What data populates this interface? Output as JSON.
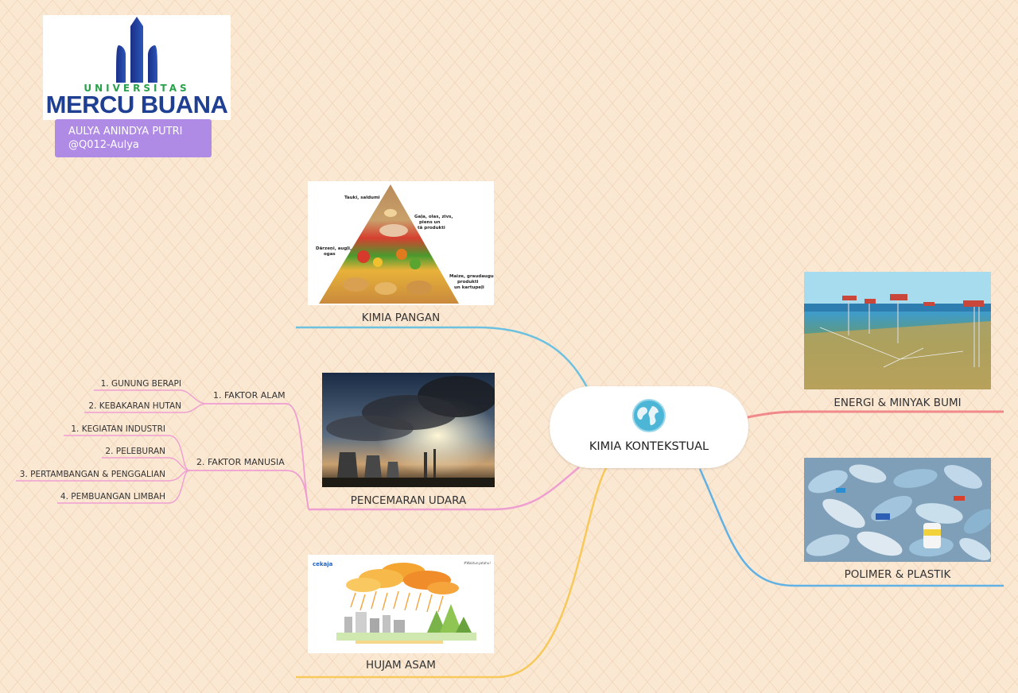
{
  "logo": {
    "line1": "UNIVERSITAS",
    "line2": "MERCU BUANA",
    "brand_blue": "#1f3f93",
    "brand_green": "#2aa04a"
  },
  "author": {
    "name": "AULYA ANINDYA PUTRI",
    "handle": "@Q012-Aulya",
    "box_color": "#b08be6"
  },
  "central": {
    "label": "KIMIA KONTEKSTUAL",
    "icon": "globe-icon"
  },
  "topics": {
    "kimia_pangan": {
      "label": "KIMIA PANGAN",
      "image": "food-pyramid-image",
      "color": "#6cc1e0"
    },
    "pencemaran_udara": {
      "label": "PENCEMARAN UDARA",
      "image": "air-pollution-image",
      "color": "#ef9ed2"
    },
    "hujan_asam": {
      "label": "HUJAM ASAM",
      "image": "acid-rain-image",
      "color": "#f7c95a"
    },
    "energi": {
      "label": "ENERGI & MINYAK BUMI",
      "image": "offshore-oil-rig-image",
      "color": "#f08a8a"
    },
    "polimer": {
      "label": "POLIMER & PLASTIK",
      "image": "plastic-bottles-image",
      "color": "#62b1e5"
    }
  },
  "pencemaran_udara_branches": {
    "faktor_alam": {
      "label": "1. FAKTOR ALAM",
      "items": [
        "1. GUNUNG BERAPI",
        "2. KEBAKARAN HUTAN"
      ]
    },
    "faktor_manusia": {
      "label": "2. FAKTOR MANUSIA",
      "items": [
        "1. KEGIATAN INDUSTRI",
        "2. PELEBURAN",
        "3. PERTAMBANGAN & PENGGALIAN",
        "4. PEMBUANGAN LIMBAH"
      ]
    }
  },
  "image_texts": {
    "pyramid_top": "Tauki, saldumi",
    "pyramid_right_1": "Gaļa, olas, zivs,",
    "pyramid_right_2": "piens un",
    "pyramid_right_3": "tā produkti",
    "pyramid_left_1": "Dārzeņi, augļi,",
    "pyramid_left_2": "ogas",
    "pyramid_bottom_1": "Maize, graudaugu",
    "pyramid_bottom_2": "produkti",
    "pyramid_bottom_3": "un kartupeļi",
    "acid_rain_brand": "cekaja",
    "acid_rain_tag": "#Waktunyatahu!"
  }
}
